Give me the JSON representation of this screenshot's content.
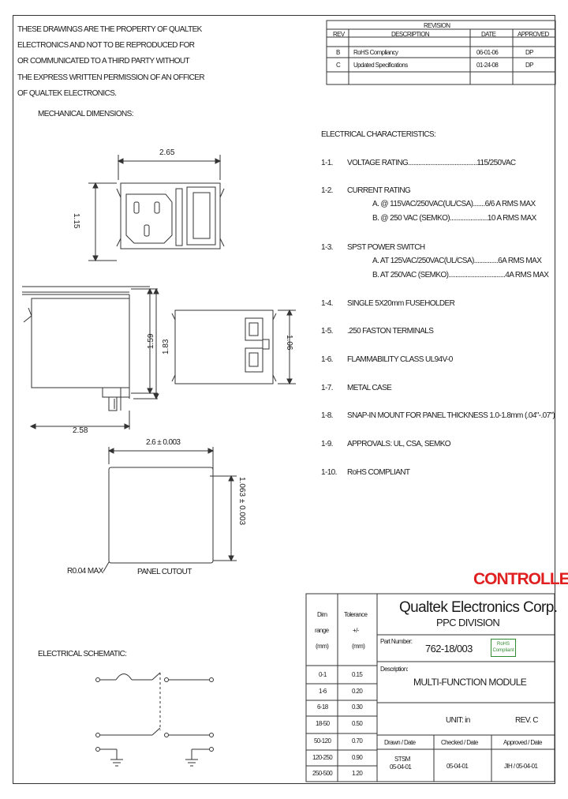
{
  "notice": [
    "THESE DRAWINGS ARE THE PROPERTY OF QUALTEK",
    "ELECTRONICS AND NOT TO BE REPRODUCED FOR",
    "OR COMMUNICATED TO A THIRD PARTY WITHOUT",
    "THE EXPRESS WRITTEN PERMISSION OF AN OFFICER",
    "OF QUALTEK ELECTRONICS."
  ],
  "revision": {
    "title": "REVISION",
    "headers": [
      "REV",
      "DESCRIPTION",
      "DATE",
      "APPROVED"
    ],
    "rows": [
      [
        "B",
        "RoHS Compliancy",
        "06-01-06",
        "DP"
      ],
      [
        "C",
        "Updated Specifications",
        "01-24-08",
        "DP"
      ]
    ]
  },
  "mechanical": {
    "title": "MECHANICAL DIMENSIONS:",
    "dim_265": "2.65",
    "dim_115": "1.15",
    "dim_159": "1.59",
    "dim_183": "1.83",
    "dim_106": "1.06",
    "dim_258": "2.58"
  },
  "panel_cutout": {
    "width": "2.6 ± 0.003",
    "height": "1.063 ± 0.003",
    "radius": "R0.04 MAX",
    "label": "PANEL CUTOUT"
  },
  "electrical": {
    "title": "ELECTRICAL CHARACTERISTICS:",
    "items": [
      {
        "num": "1-1.",
        "lines": [
          "VOLTAGE RATING........................................115/250VAC"
        ]
      },
      {
        "num": "1-2.",
        "lines": [
          "CURRENT RATING",
          "A. @ 115VAC/250VAC(UL/CSA).......6/6 A RMS MAX",
          "B. @ 250 VAC (SEMKO)......................10 A RMS MAX"
        ]
      },
      {
        "num": "1-3.",
        "lines": [
          "SPST POWER SWITCH",
          "A. AT 125VAC/250VAC(UL/CSA)..............6A RMS MAX",
          "B. AT 250VAC (SEMKO).................................4A RMS MAX"
        ]
      },
      {
        "num": "1-4.",
        "lines": [
          "SINGLE 5X20mm FUSEHOLDER"
        ]
      },
      {
        "num": "1-5.",
        "lines": [
          ".250 FASTON TERMINALS"
        ]
      },
      {
        "num": "1-6.",
        "lines": [
          "FLAMMABILITY CLASS UL94V-0"
        ]
      },
      {
        "num": "1-7.",
        "lines": [
          "METAL CASE"
        ]
      },
      {
        "num": "1-8.",
        "lines": [
          "SNAP-IN MOUNT FOR PANEL THICKNESS 1.0-1.8mm (.04\"-.07\")"
        ]
      },
      {
        "num": "1-9.",
        "lines": [
          "APPROVALS: UL, CSA, SEMKO"
        ]
      },
      {
        "num": "1-10.",
        "lines": [
          "RoHS COMPLIANT"
        ]
      }
    ]
  },
  "schematic_title": "ELECTRICAL SCHEMATIC:",
  "controlled": "CONTROLLED",
  "title_block": {
    "dim_header": [
      "Dim",
      "range",
      "(mm)"
    ],
    "tol_header": [
      "Tolerance",
      "+/-",
      "(mm)"
    ],
    "tolerances": [
      [
        "0-1",
        "0.15"
      ],
      [
        "1-6",
        "0.20"
      ],
      [
        "6-18",
        "0.30"
      ],
      [
        "18-50",
        "0.50"
      ],
      [
        "50-120",
        "0.70"
      ],
      [
        "120-250",
        "0.90"
      ],
      [
        "250-500",
        "1.20"
      ]
    ],
    "company": "Qualtek Electronics Corp.",
    "division": "PPC DIVISION",
    "part_label": "Part Number:",
    "part_number": "762-18/003",
    "rohs_badge": [
      "RoHS",
      "Compliant"
    ],
    "desc_label": "Description:",
    "description": "MULTI-FUNCTION MODULE",
    "unit": "UNIT: in",
    "rev": "REV. C",
    "drawn_label": "Drawn / Date",
    "checked_label": "Checked / Date",
    "approved_label": "Approved / Date",
    "drawn_value": [
      "STSM",
      "05-04-01"
    ],
    "checked_value": "05-04-01",
    "approved_value": "JIH / 05-04-01"
  },
  "colors": {
    "controlled": "#e02020",
    "rohs": "#2e8b2e",
    "line": "#333333"
  }
}
